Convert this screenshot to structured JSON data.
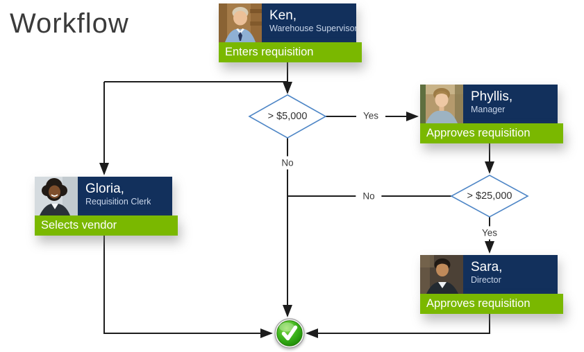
{
  "page": {
    "title": "Workflow"
  },
  "nodes": {
    "ken": {
      "name": "Ken,",
      "role": "Warehouse Supervisor",
      "action": "Enters requisition",
      "photo": "ken-portrait-photo"
    },
    "phyllis": {
      "name": "Phyllis,",
      "role": "Manager",
      "action": "Approves requisition",
      "photo": "phyllis-portrait-photo"
    },
    "gloria": {
      "name": "Gloria,",
      "role": "Requisition Clerk",
      "action": "Selects vendor",
      "photo": "gloria-portrait-photo"
    },
    "sara": {
      "name": "Sara,",
      "role": "Director",
      "action": "Approves requisition",
      "photo": "sara-portrait-photo"
    }
  },
  "decisions": {
    "over5000": {
      "label": "> $5,000",
      "yes_label": "Yes",
      "no_label": "No"
    },
    "over25000": {
      "label": "> $25,000",
      "yes_label": "Yes",
      "no_label": "No"
    }
  },
  "end": {
    "icon": "check-icon"
  },
  "colors": {
    "navy": "#12305c",
    "green": "#7ab800",
    "diamond_border": "#4e86c6",
    "connector": "#1c1c1c",
    "check_green": "#2fa312"
  }
}
